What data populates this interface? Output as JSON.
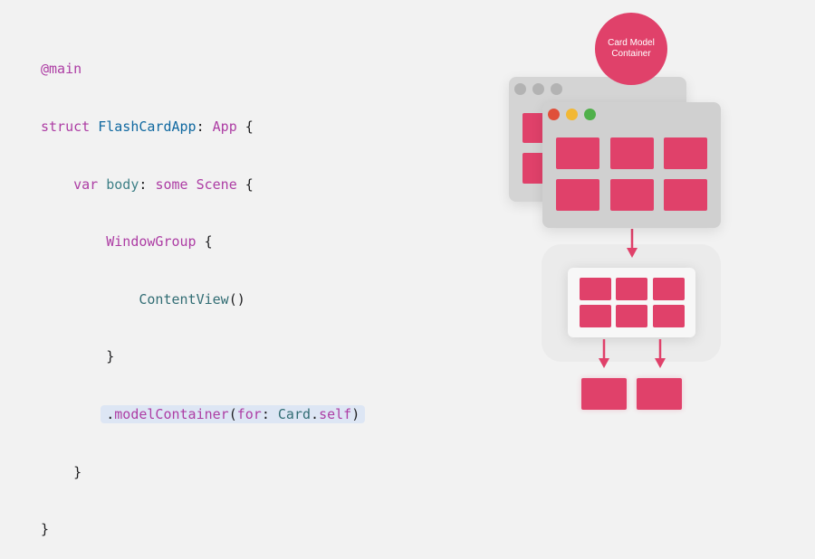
{
  "code": {
    "line1": {
      "attr": "@main"
    },
    "line2": {
      "kw": "struct",
      "name": "FlashCardApp",
      "colon": ": ",
      "type": "App",
      "brace": " {"
    },
    "line3": {
      "kw": "var",
      "name": "body",
      "colon": ": ",
      "kw2": "some",
      "type": "Scene",
      "brace": " {"
    },
    "line4": {
      "type": "WindowGroup",
      "brace": " {"
    },
    "line5": {
      "call": "ContentView",
      "parens": "()"
    },
    "line6": {
      "brace": "}"
    },
    "line7": {
      "dot": ".",
      "call": "modelContainer",
      "open": "(",
      "kw": "for",
      "colon": ": ",
      "type": "Card",
      "dot2": ".",
      "kw2": "self",
      "close": ")"
    },
    "line8": {
      "brace": "}"
    },
    "line9": {
      "brace": "}"
    }
  },
  "diagram": {
    "container_label_line1": "Card Model",
    "container_label_line2": "Container",
    "colors": {
      "accent": "#e0416a",
      "window_gray": "#d0d0d0",
      "traffic_red": "#e0503a",
      "traffic_yellow": "#f2b834",
      "traffic_green": "#4fb04a",
      "traffic_inactive": "#b3b3b3"
    }
  }
}
